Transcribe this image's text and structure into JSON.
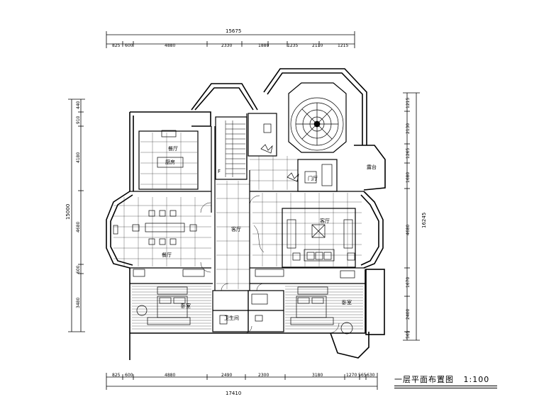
{
  "title": {
    "name": "一层平面布置图",
    "scale": "1:100"
  },
  "dimensions": {
    "top_total": "15675",
    "top_segments": [
      "825",
      "600",
      "4880",
      "2330",
      "1880",
      "1235",
      "2110",
      "1215"
    ],
    "bottom_total": "17410",
    "bottom_segments": [
      "825",
      "600",
      "4880",
      "2490",
      "2300",
      "3180",
      "1270",
      "565",
      "630"
    ],
    "left_total": "15000",
    "left_segments": [
      "440",
      "910",
      "4180",
      "4680",
      "600",
      "3480"
    ],
    "right_total": "16245",
    "right_segments": [
      "1215",
      "2130",
      "1265",
      "1680",
      "4680",
      "1670",
      "2400",
      "565"
    ]
  },
  "rooms": {
    "kitchen_top": "餐厅",
    "kitchen": "厨房",
    "dining": "餐厅",
    "hall": "客厅",
    "living": "客厅",
    "stair_mark": "F",
    "bedroom_left": "卧室",
    "bath": "卫生间",
    "bedroom_right": "卧室",
    "terrace": "露台",
    "vestibule": "门厅"
  }
}
